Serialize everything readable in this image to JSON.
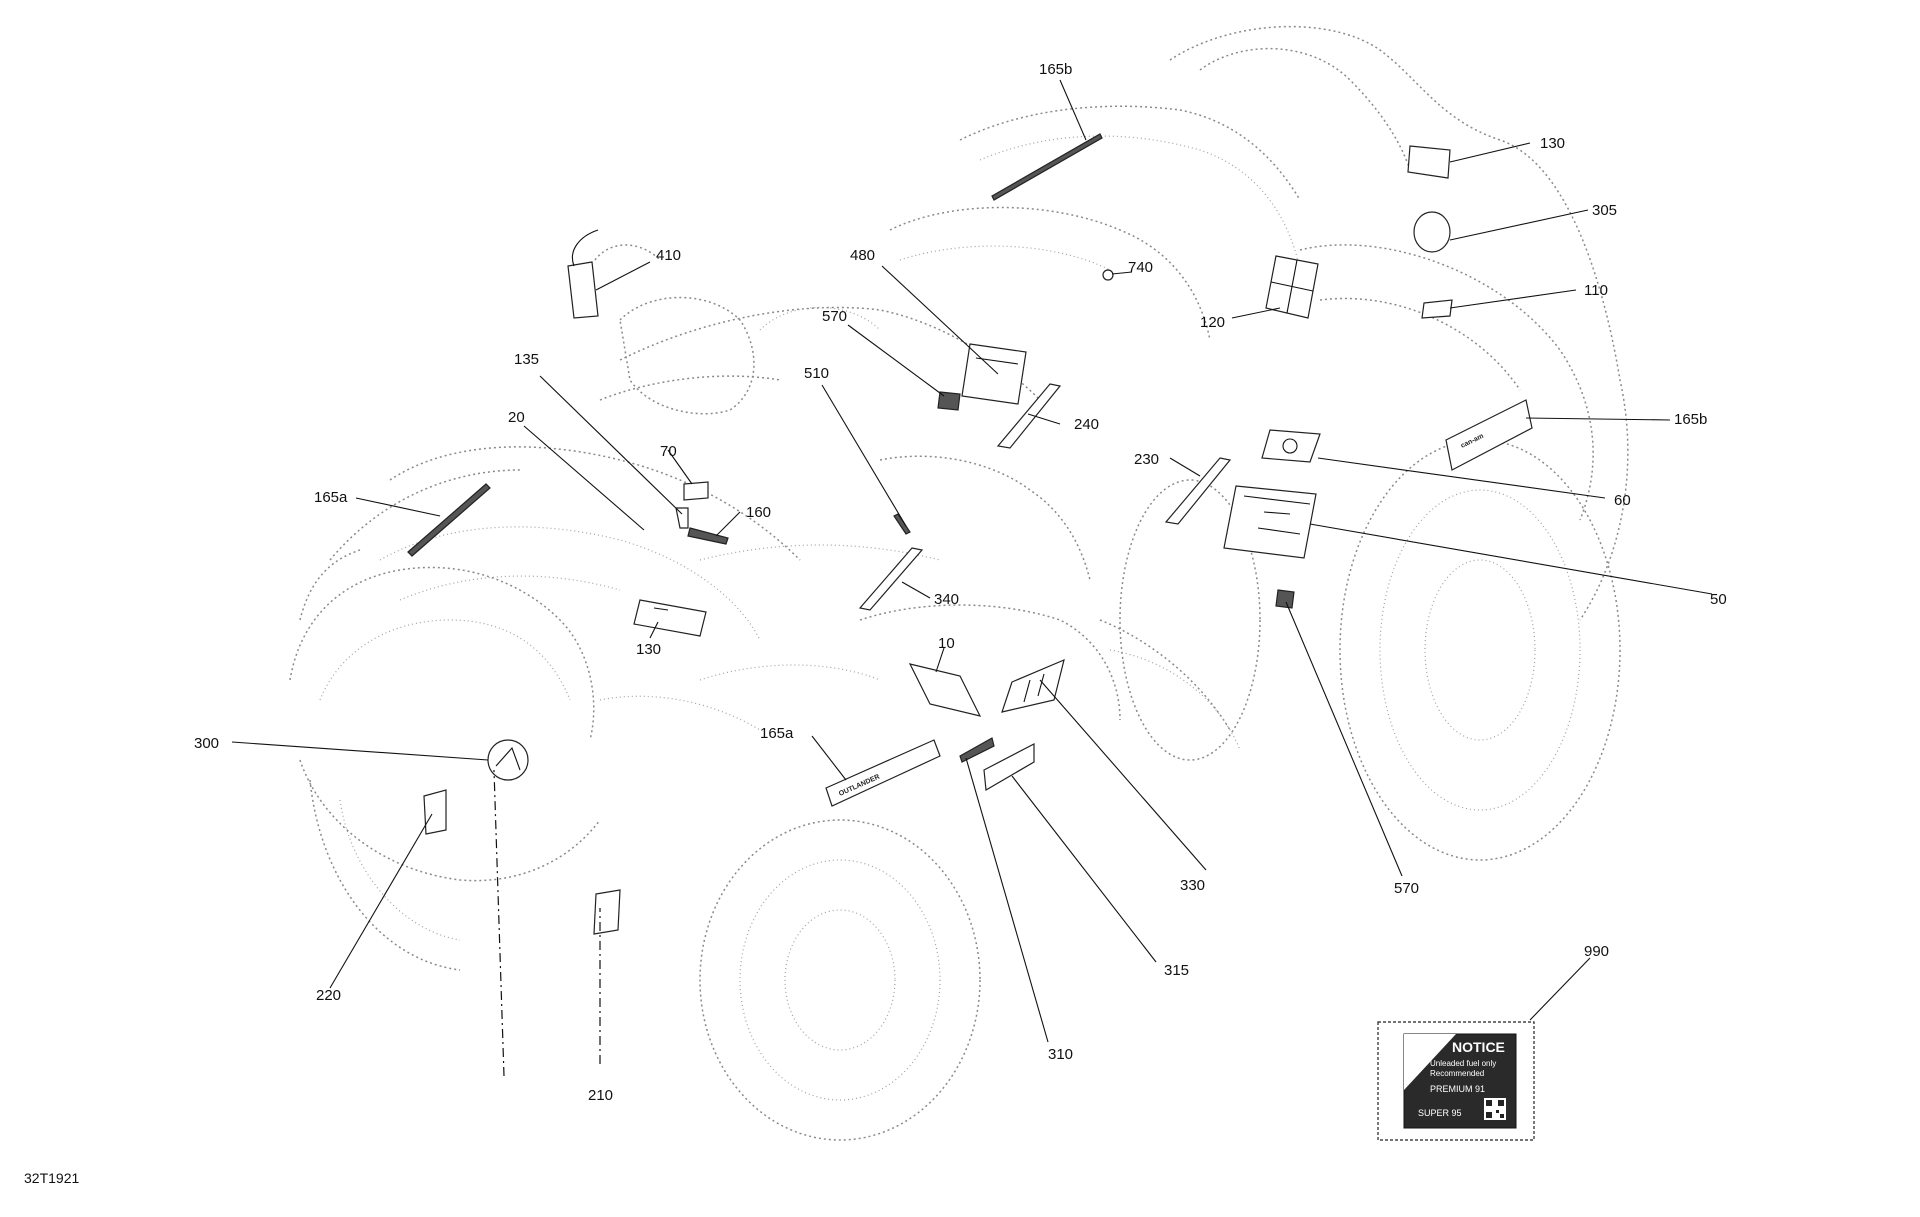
{
  "figure_id": "32T1921",
  "callouts": [
    {
      "id": "c165b_top",
      "text": "165b"
    },
    {
      "id": "c130_top",
      "text": "130"
    },
    {
      "id": "c305",
      "text": "305"
    },
    {
      "id": "c110",
      "text": "110"
    },
    {
      "id": "c740",
      "text": "740"
    },
    {
      "id": "c120",
      "text": "120"
    },
    {
      "id": "c410",
      "text": "410"
    },
    {
      "id": "c480",
      "text": "480"
    },
    {
      "id": "c570_left",
      "text": "570"
    },
    {
      "id": "c510",
      "text": "510"
    },
    {
      "id": "c240",
      "text": "240"
    },
    {
      "id": "c165b_right",
      "text": "165b"
    },
    {
      "id": "c135",
      "text": "135"
    },
    {
      "id": "c20",
      "text": "20"
    },
    {
      "id": "c70",
      "text": "70"
    },
    {
      "id": "c230",
      "text": "230"
    },
    {
      "id": "c60",
      "text": "60"
    },
    {
      "id": "c165a_left",
      "text": "165a"
    },
    {
      "id": "c160",
      "text": "160"
    },
    {
      "id": "c50",
      "text": "50"
    },
    {
      "id": "c340",
      "text": "340"
    },
    {
      "id": "c130_mid",
      "text": "130"
    },
    {
      "id": "c10",
      "text": "10"
    },
    {
      "id": "c165a_mid",
      "text": "165a"
    },
    {
      "id": "c300",
      "text": "300"
    },
    {
      "id": "c330",
      "text": "330"
    },
    {
      "id": "c570_right",
      "text": "570"
    },
    {
      "id": "c315",
      "text": "315"
    },
    {
      "id": "c220",
      "text": "220"
    },
    {
      "id": "c990",
      "text": "990"
    },
    {
      "id": "c310",
      "text": "310"
    },
    {
      "id": "c210",
      "text": "210"
    }
  ],
  "decals": {
    "brand_logo": "can-am",
    "model_logo": "OUTLANDER"
  },
  "notice_label": {
    "heading": "NOTICE",
    "line1": "Unleaded fuel only",
    "line2": "Recommended",
    "line3": "PREMIUM 91",
    "line4": "SUPER 95"
  },
  "icons": {
    "qr_code": "qr-code-icon",
    "fuel": "fuel-icon"
  }
}
